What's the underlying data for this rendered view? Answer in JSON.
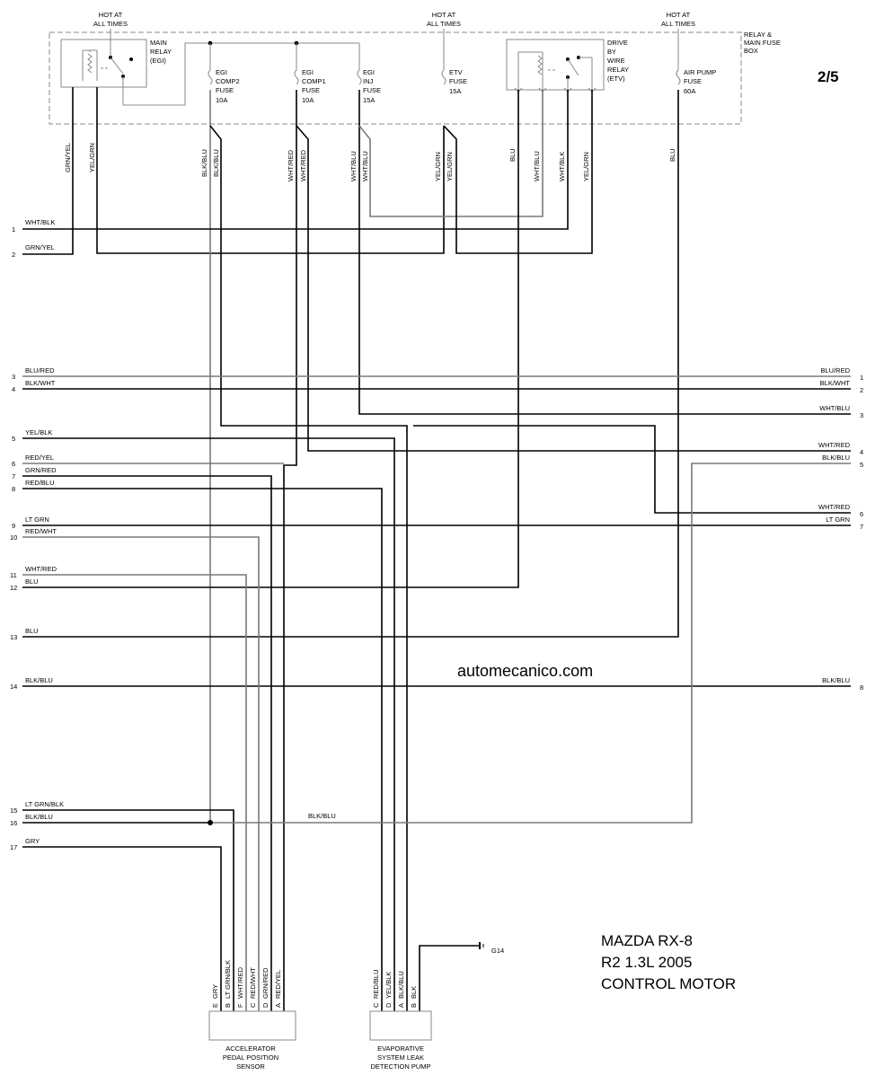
{
  "page_number": "2/5",
  "watermark": "automecanico.com",
  "title": {
    "line1": "MAZDA RX-8",
    "line2": "R2 1.3L 2005",
    "line3": "CONTROL MOTOR"
  },
  "fuse_box": {
    "label_line1": "RELAY &",
    "label_line2": "MAIN FUSE",
    "label_line3": "BOX",
    "hot_line1": "HOT AT",
    "hot_line2": "ALL TIMES",
    "main_relay": [
      "MAIN",
      "RELAY",
      "(EGI)"
    ],
    "etv_relay": [
      "DRIVE",
      "BY",
      "WIRE",
      "RELAY",
      "(ETV)"
    ],
    "fuses": [
      {
        "name": [
          "EGI",
          "COMP2",
          "FUSE"
        ],
        "rating": "10A"
      },
      {
        "name": [
          "EGI",
          "COMP1",
          "FUSE"
        ],
        "rating": "10A"
      },
      {
        "name": [
          "EGI",
          "INJ",
          "FUSE"
        ],
        "rating": "15A"
      },
      {
        "name": [
          "ETV",
          "FUSE"
        ],
        "rating": "15A"
      },
      {
        "name": [
          "AIR PUMP",
          "FUSE"
        ],
        "rating": "60A"
      }
    ]
  },
  "vertical_wire_labels": {
    "grn_yel": "GRN/YEL",
    "yel_grn": "YEL/GRN",
    "blk_blu": "BLK/BLU",
    "wht_red": "WHT/RED",
    "wht_blu": "WHT/BLU",
    "blu": "BLU",
    "wht_blk": "WHT/BLK"
  },
  "left_connector": [
    {
      "pin": "1",
      "color": "WHT/BLK"
    },
    {
      "pin": "2",
      "color": "GRN/YEL"
    },
    {
      "pin": "3",
      "color": "BLU/RED"
    },
    {
      "pin": "4",
      "color": "BLK/WHT"
    },
    {
      "pin": "5",
      "color": "YEL/BLK"
    },
    {
      "pin": "6",
      "color": "RED/YEL"
    },
    {
      "pin": "7",
      "color": "GRN/RED"
    },
    {
      "pin": "8",
      "color": "RED/BLU"
    },
    {
      "pin": "9",
      "color": "LT GRN"
    },
    {
      "pin": "10",
      "color": "RED/WHT"
    },
    {
      "pin": "11",
      "color": "WHT/RED"
    },
    {
      "pin": "12",
      "color": "BLU"
    },
    {
      "pin": "13",
      "color": "BLU"
    },
    {
      "pin": "14",
      "color": "BLK/BLU"
    },
    {
      "pin": "15",
      "color": "LT GRN/BLK"
    },
    {
      "pin": "16",
      "color": "BLK/BLU"
    },
    {
      "pin": "17",
      "color": "GRY"
    }
  ],
  "right_connector": [
    {
      "pin": "1",
      "color": "BLU/RED"
    },
    {
      "pin": "2",
      "color": "BLK/WHT"
    },
    {
      "pin": "3",
      "color": "WHT/BLU"
    },
    {
      "pin": "4",
      "color": "WHT/RED"
    },
    {
      "pin": "5",
      "color": "BLK/BLU"
    },
    {
      "pin": "6",
      "color": "WHT/RED"
    },
    {
      "pin": "7",
      "color": "LT GRN"
    },
    {
      "pin": "8",
      "color": "BLK/BLU"
    }
  ],
  "ground_splice_label": "BLK/BLU",
  "ground": "G14",
  "app_sensor": {
    "label": [
      "ACCELERATOR",
      "PEDAL POSITION",
      "SENSOR"
    ],
    "pins": [
      {
        "pin": "E",
        "color": "GRY"
      },
      {
        "pin": "B",
        "color": "LT GRN/BLK"
      },
      {
        "pin": "F",
        "color": "WHT/RED"
      },
      {
        "pin": "C",
        "color": "RED/WHT"
      },
      {
        "pin": "D",
        "color": "GRN/RED"
      },
      {
        "pin": "A",
        "color": "RED/YEL"
      }
    ]
  },
  "evap_pump": {
    "label": [
      "EVAPORATIVE",
      "SYSTEM LEAK",
      "DETECTION PUMP"
    ],
    "pins": [
      {
        "pin": "C",
        "color": "RED/BLU"
      },
      {
        "pin": "D",
        "color": "YEL/BLK"
      },
      {
        "pin": "A",
        "color": "BLK/BLU"
      },
      {
        "pin": "B",
        "color": "BLK"
      }
    ]
  }
}
